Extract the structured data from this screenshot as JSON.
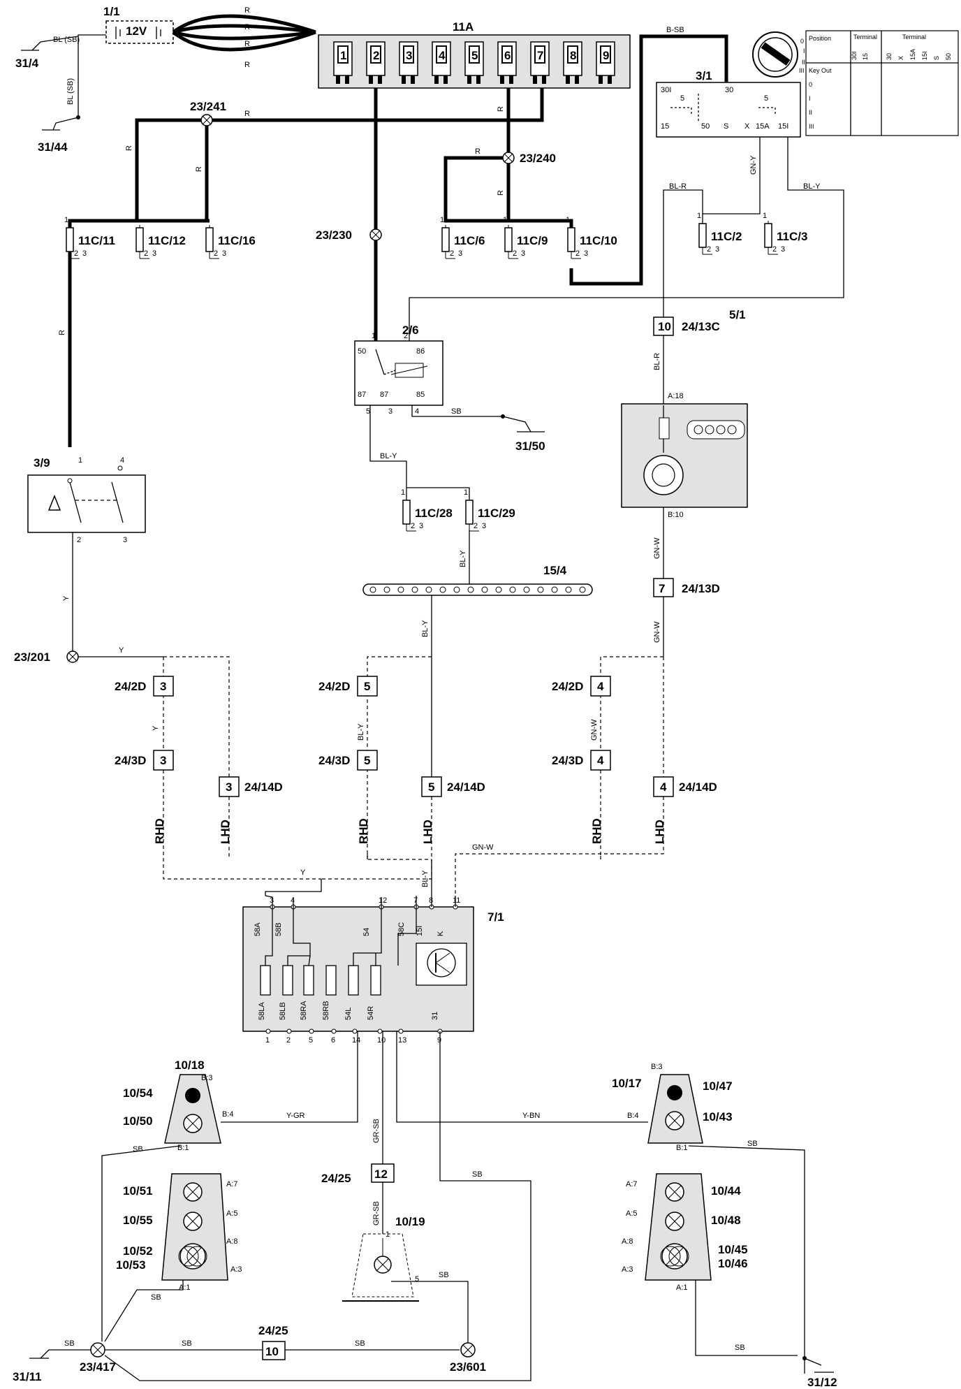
{
  "battery": {
    "id": "1/1",
    "voltage": "12V"
  },
  "fusebox": {
    "id": "11A",
    "fuses": [
      "1",
      "2",
      "3",
      "4",
      "5",
      "6",
      "7",
      "8",
      "9"
    ]
  },
  "ignition": {
    "id": "3/1",
    "terms": [
      "30",
      "5",
      "15",
      "50",
      "S",
      "X",
      "15A",
      "15I"
    ]
  },
  "ignition_table": {
    "head_position": "Position",
    "head_terminal_a": "Terminal",
    "head_terminal_b": "Terminal",
    "cols_a": [
      "30I",
      "15"
    ],
    "cols_b": [
      "30",
      "X",
      "15A",
      "15I",
      "S",
      "50"
    ],
    "rows": [
      "Key Out",
      "0",
      "I",
      "II",
      "III"
    ]
  },
  "relay": {
    "id": "2/6",
    "pins": [
      "1",
      "2",
      "50",
      "86",
      "87",
      "87",
      "85",
      "5",
      "3",
      "4"
    ]
  },
  "switch": {
    "id": "3/9",
    "pins": [
      "1",
      "4",
      "2",
      "3"
    ]
  },
  "combi": {
    "id": "5/1",
    "pin_a": "A:18",
    "pin_b": "B:10"
  },
  "module": {
    "id": "7/1",
    "top_pins": [
      "3",
      "4",
      "12",
      "7",
      "8",
      "11"
    ],
    "top_labels": [
      "58A",
      "58B",
      "54",
      "58C",
      "15I",
      "K"
    ],
    "bottom_labels": [
      "58LA",
      "58LB",
      "58RA",
      "58RB",
      "54L",
      "54R",
      "31"
    ],
    "bottom_pins": [
      "1",
      "2",
      "5",
      "6",
      "14",
      "10",
      "13",
      "9"
    ]
  },
  "fuses": [
    "11C/11",
    "11C/12",
    "11C/16",
    "11C/6",
    "11C/9",
    "11C/10",
    "11C/2",
    "11C/3",
    "11C/28",
    "11C/29"
  ],
  "splices": [
    "23/241",
    "23/240",
    "23/230",
    "23/201",
    "23/417",
    "23/601"
  ],
  "grounds": [
    "31/4",
    "31/44",
    "31/50",
    "31/11",
    "31/12"
  ],
  "connectors": {
    "c13c": {
      "id": "24/13C",
      "pin": "10"
    },
    "c13d": {
      "id": "24/13D",
      "pin": "7"
    },
    "c2d_a": {
      "id": "24/2D",
      "pin": "3"
    },
    "c2d_b": {
      "id": "24/2D",
      "pin": "5"
    },
    "c2d_c": {
      "id": "24/2D",
      "pin": "4"
    },
    "c3d_a": {
      "id": "24/3D",
      "pin": "3"
    },
    "c3d_b": {
      "id": "24/3D",
      "pin": "5"
    },
    "c3d_c": {
      "id": "24/3D",
      "pin": "4"
    },
    "c14d_a": {
      "id": "24/14D",
      "pin": "3"
    },
    "c14d_b": {
      "id": "24/14D",
      "pin": "5"
    },
    "c14d_c": {
      "id": "24/14D",
      "pin": "4"
    },
    "c25_a": {
      "id": "24/25",
      "pin": "12"
    },
    "c25_b": {
      "id": "24/25",
      "pin": "10"
    }
  },
  "diode_block": {
    "id": "15/4"
  },
  "lamps": {
    "l1018": "10/18",
    "l1054": "10/54",
    "l1050": "10/50",
    "l1051": "10/51",
    "l1055": "10/55",
    "l1052": "10/52",
    "l1053": "10/53",
    "l1019": "10/19",
    "l1017": "10/17",
    "l1047": "10/47",
    "l1043": "10/43",
    "l1044": "10/44",
    "l1048": "10/48",
    "l1045": "10/45",
    "l1046": "10/46"
  },
  "lamp_pins": {
    "b3": "B:3",
    "b4": "B:4",
    "b1": "B:1",
    "a7": "A:7",
    "a5": "A:5",
    "a8": "A:8",
    "a3": "A:3",
    "a1": "A:1"
  },
  "side": {
    "rhd": "RHD",
    "lhd": "LHD"
  },
  "wire_colors": {
    "r": "R",
    "bl_sb": "BL (SB)",
    "bl_sb2": "BL (SB)",
    "b_sb": "B-SB",
    "bl_r": "BL-R",
    "bl_y": "BL-Y",
    "gn_y": "GN-Y",
    "gn_w": "GN-W",
    "y": "Y",
    "y_gr": "Y-GR",
    "y_bn": "Y-BN",
    "gr_sb": "GR-SB",
    "sb": "SB"
  }
}
